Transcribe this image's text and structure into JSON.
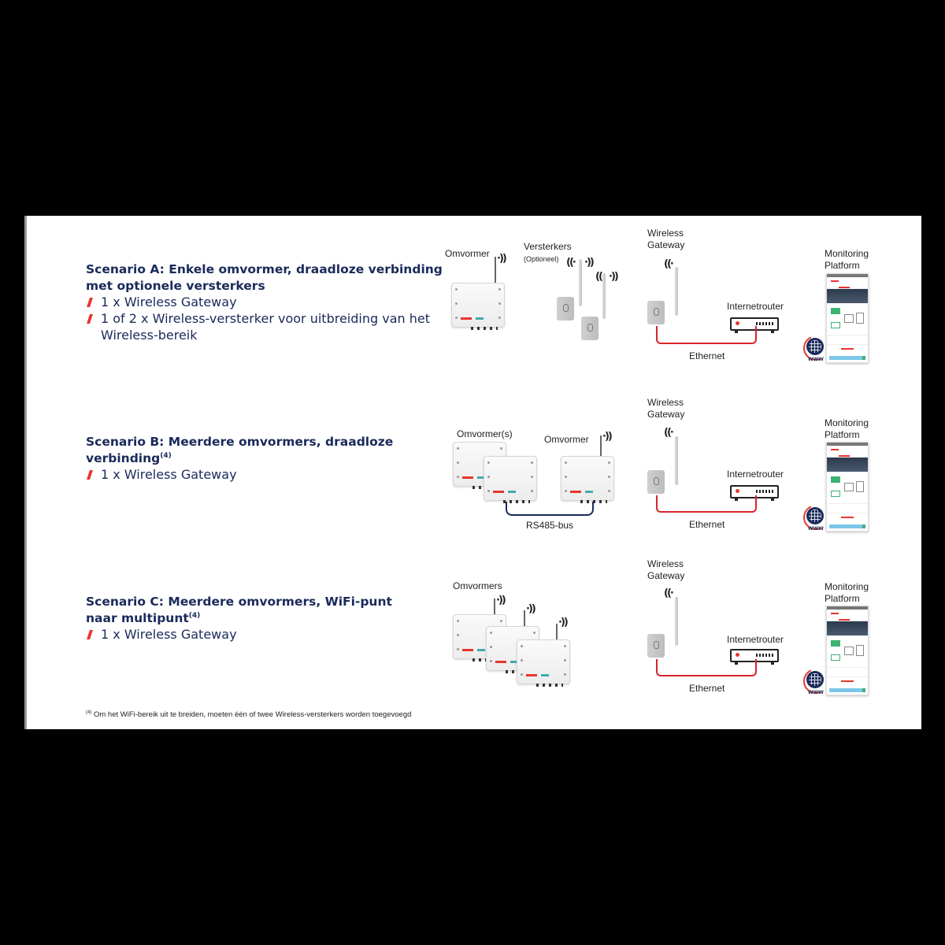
{
  "scenarios": [
    {
      "id": "A",
      "title_line1": "Scenario A: Enkele omvormer, draadloze verbinding",
      "title_line2": "met optionele versterkers",
      "title_sup": "",
      "bullets": [
        {
          "text": "1 x Wireless Gateway"
        },
        {
          "text": "1 of 2 x Wireless-versterker voor uitbreiding van het",
          "continuation": "Wireless-bereik"
        }
      ],
      "diagram": {
        "inverter_label": "Omvormer",
        "repeaters_label": "Versterkers",
        "repeaters_sublabel": "(Optioneel)",
        "gateway_label_line1": "Wireless",
        "gateway_label_line2": "Gateway",
        "router_label": "Internetrouter",
        "link_label": "Ethernet",
        "platform_label_line1": "Monitoring",
        "platform_label_line2": "Platform"
      }
    },
    {
      "id": "B",
      "title_line1": "Scenario B: Meerdere omvormers, draadloze",
      "title_line2": "verbinding",
      "title_sup": "(4)",
      "bullets": [
        {
          "text": "1 x Wireless Gateway"
        }
      ],
      "diagram": {
        "inverters_label": "Omvormer(s)",
        "inverter_label": "Omvormer",
        "bus_label": "RS485-bus",
        "gateway_label_line1": "Wireless",
        "gateway_label_line2": "Gateway",
        "router_label": "Internetrouter",
        "link_label": "Ethernet",
        "platform_label_line1": "Monitoring",
        "platform_label_line2": "Platform"
      }
    },
    {
      "id": "C",
      "title_line1": "Scenario C: Meerdere omvormers, WiFi-punt",
      "title_line2": "naar multipunt",
      "title_sup": "(4)",
      "bullets": [
        {
          "text": "1 x Wireless Gateway"
        }
      ],
      "diagram": {
        "inverters_label": "Omvormers",
        "gateway_label_line1": "Wireless",
        "gateway_label_line2": "Gateway",
        "router_label": "Internetrouter",
        "link_label": "Ethernet",
        "platform_label_line1": "Monitoring",
        "platform_label_line2": "Platform"
      }
    }
  ],
  "icons": {
    "wifi_out": "·))",
    "wifi_in": "((·",
    "www": "WWW"
  },
  "footnote": {
    "marker": "(4)",
    "text": "Om het WiFi-bereik uit te breiden, moeten één of twee Wireless-versterkers worden toegevoegd"
  },
  "colors": {
    "heading": "#1a2a5a",
    "bullet_accent": "#e8352f",
    "ethernet_line": "#d9242b",
    "rs485_line": "#1a2a5a",
    "background": "#000000",
    "panel": "#ffffff"
  }
}
